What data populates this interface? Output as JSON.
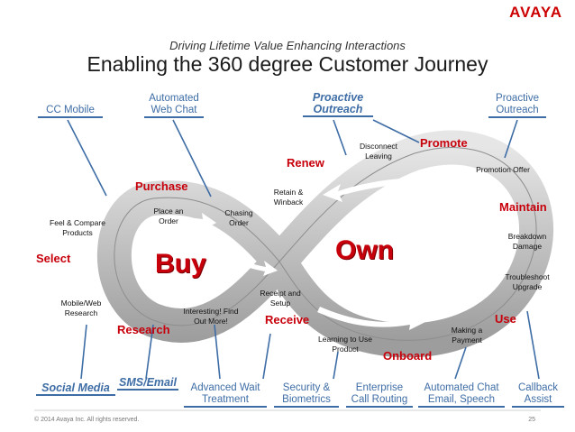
{
  "header": {
    "logo": "AVAYA",
    "subtitle": "Driving Lifetime Value Enhancing Interactions",
    "title": "Enabling the 360 degree Customer Journey"
  },
  "top_boxes": {
    "cc_mobile": "CC Mobile",
    "web_chat": "Automated Web Chat",
    "proactive_bold": "Proactive Outreach",
    "proactive": "Proactive Outreach"
  },
  "bottom_boxes": {
    "social_media": "Social Media",
    "sms_email": "SMS/Email",
    "adv_wait": "Advanced Wait Treatment",
    "security": "Security & Biometrics",
    "routing": "Enterprise Call Routing",
    "auto_chat": "Automated Chat Email, Speech",
    "callback": "Callback Assist"
  },
  "stages": {
    "select": "Select",
    "purchase": "Purchase",
    "research": "Research",
    "renew": "Renew",
    "promote": "Promote",
    "maintain": "Maintain",
    "receive": "Receive",
    "use": "Use",
    "onboard": "Onboard"
  },
  "centers": {
    "buy": "Buy",
    "own": "Own"
  },
  "steps": {
    "feel_compare": "Feel & Compare Products",
    "place_order": "Place an Order",
    "chasing_order": "Chasing Order",
    "mobile_web": "Mobile/Web Research",
    "interesting": "Interesting! Find Out More!",
    "retain_winback": "Retain & Winback",
    "disconnect": "Disconnect Leaving",
    "promotion_offer": "Promotion Offer",
    "breakdown": "Breakdown Damage",
    "troubleshoot": "Troubleshoot Upgrade",
    "receipt_setup": "Receipt and Setup",
    "learning": "Learning to Use Product",
    "making_payment": "Making a Payment"
  },
  "footer": {
    "copyright": "© 2014 Avaya Inc. All rights reserved.",
    "page": "25"
  },
  "colors": {
    "accent_red": "#c7000b",
    "box_blue": "#3e6da6",
    "loop_gray": "#b9b9b9"
  }
}
